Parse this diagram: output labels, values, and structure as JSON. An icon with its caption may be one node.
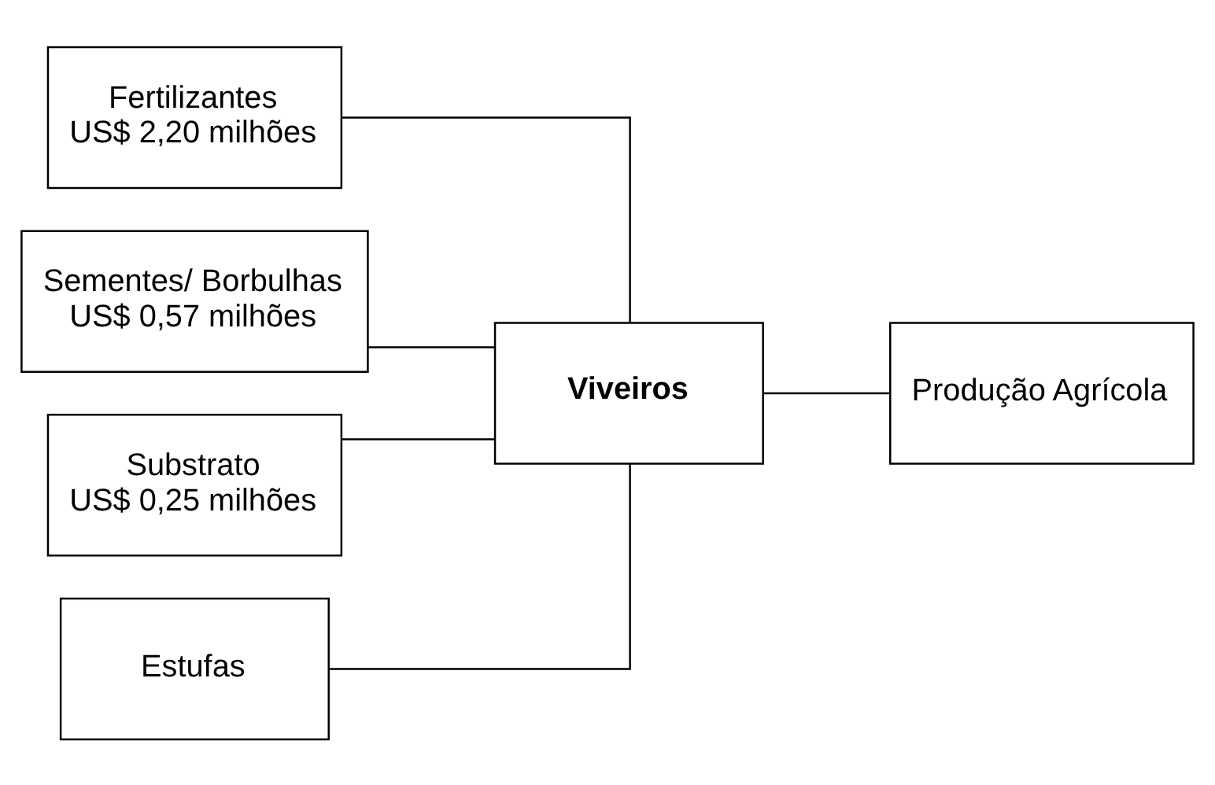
{
  "diagram": {
    "nodes": [
      {
        "text": [
          "Fertilizantes",
          "US$ 2,20 milhões"
        ]
      },
      {
        "text": [
          "Sementes/ Borbulhas",
          "US$ 0,57 milhões"
        ]
      },
      {
        "text": [
          "Substrato",
          "US$ 0,25 milhões"
        ]
      },
      {
        "text": [
          "Estufas"
        ]
      },
      {
        "text": [
          "Viveiros"
        ]
      },
      {
        "text": [
          "Produção Agrícola"
        ]
      }
    ],
    "edges": [
      {
        "from": 0,
        "to": 4,
        "arrow": "none"
      },
      {
        "from": 1,
        "to": 4,
        "arrow": "none"
      },
      {
        "from": 2,
        "to": 4,
        "arrow": "none"
      },
      {
        "from": 3,
        "to": 4,
        "arrow": "none"
      },
      {
        "from": 4,
        "to": 5,
        "arrow": "none"
      }
    ]
  }
}
